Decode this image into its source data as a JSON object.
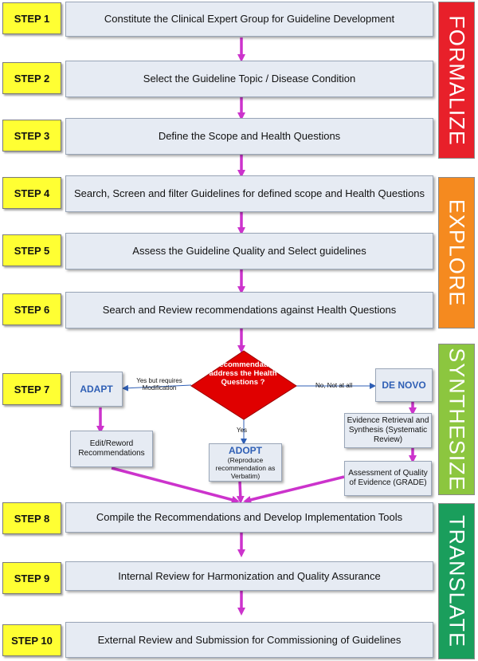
{
  "steps": [
    {
      "label": "STEP 1",
      "text": "Constitute the Clinical Expert Group for Guideline Development"
    },
    {
      "label": "STEP 2",
      "text": "Select the Guideline Topic / Disease Condition"
    },
    {
      "label": "STEP 3",
      "text": "Define the Scope and Health Questions"
    },
    {
      "label": "STEP 4",
      "text": "Search, Screen and filter  Guidelines for defined scope and Health Questions"
    },
    {
      "label": "STEP 5",
      "text": "Assess the Guideline Quality and Select guidelines"
    },
    {
      "label": "STEP 6",
      "text": "Search and Review  recommendations against Health Questions"
    },
    {
      "label": "STEP 7",
      "text": ""
    },
    {
      "label": "STEP 8",
      "text": "Compile the Recommendations and Develop Implementation Tools"
    },
    {
      "label": "STEP 9",
      "text": "Internal Review for Harmonization and Quality Assurance"
    },
    {
      "label": "STEP 10",
      "text": "External Review and Submission for Commissioning of Guidelines"
    }
  ],
  "phases": [
    {
      "label": "FORMALIZE",
      "color": "#e8202a"
    },
    {
      "label": "EXPLORE",
      "color": "#f58a1f"
    },
    {
      "label": "SYNTHESIZE",
      "color": "#8cc63f"
    },
    {
      "label": "TRANSLATE",
      "color": "#1a9e5c"
    }
  ],
  "step7": {
    "decision": "Do recommendations address the Health Questions ?",
    "adapt_left": "ADAPT",
    "note_left": "Yes but requires Modification",
    "edit_box": "Edit/Reword Recommendations",
    "note_yes": "Yes",
    "adopt_title": "ADOPT",
    "adopt_sub": "(Reproduce recommendation as Verbatim)",
    "note_no": "No, Not at all",
    "denovo": "DE NOVO",
    "evidence": "Evidence Retrieval and Synthesis (Systematic Review)",
    "grade": "Assessment of Quality of Evidence (GRADE)"
  },
  "colors": {
    "arrow": "#cc33cc",
    "step_label_bg": "#ffff33",
    "box_bg": "#e6ebf3",
    "decision": "#e00000"
  }
}
